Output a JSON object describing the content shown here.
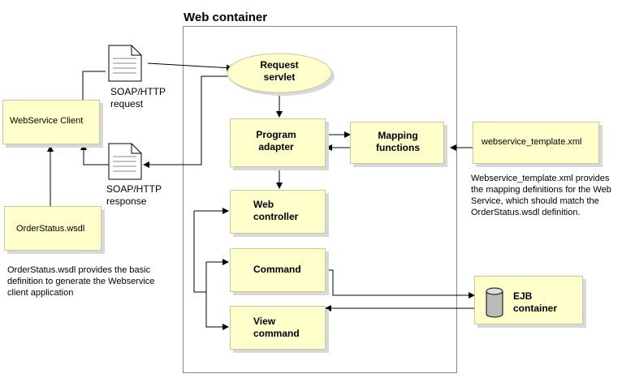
{
  "web_container": {
    "title": "Web container"
  },
  "client": {
    "label": "WebService Client"
  },
  "wsdl": {
    "label": "OrderStatus.wsdl"
  },
  "wsdl_note": {
    "lines": [
      "OrderStatus.wsdl provides the basic",
      "definition to generate the Webservice",
      "client application"
    ]
  },
  "soap_request": {
    "lines": [
      "SOAP/HTTP",
      "request"
    ]
  },
  "soap_response": {
    "lines": [
      "SOAP/HTTP",
      "response"
    ]
  },
  "request_servlet": {
    "lines": [
      "Request",
      "servlet"
    ]
  },
  "program_adapter": {
    "lines": [
      "Program",
      "adapter"
    ]
  },
  "mapping_functions": {
    "lines": [
      "Mapping",
      "functions"
    ]
  },
  "template": {
    "label": "webservice_template.xml"
  },
  "template_note": {
    "lines": [
      "Webservice_template.xml provides",
      "the mapping definitions for the Web",
      "Service, which should match the",
      "OrderStatus.wsdl definition."
    ]
  },
  "web_controller": {
    "lines": [
      "Web",
      "controller"
    ]
  },
  "command": {
    "label": "Command"
  },
  "view_command": {
    "lines": [
      "View",
      "command"
    ]
  },
  "ejb": {
    "lines": [
      "EJB",
      "container"
    ]
  },
  "colors": {
    "box_fill": "#ffffcc",
    "box_border": "#c8c8a0",
    "shadow": "#d8d8d8",
    "line": "#000000"
  }
}
